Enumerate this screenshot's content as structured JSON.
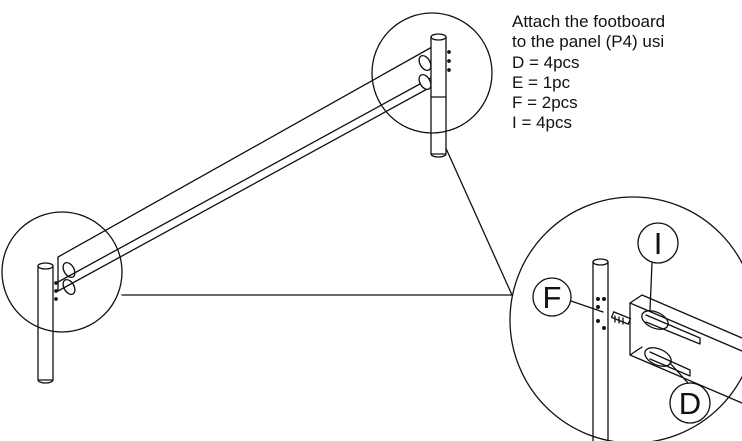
{
  "instructions": {
    "line1": "Attach the footboard",
    "line2": "to the panel (P4) usi",
    "parts": [
      {
        "label": "D = 4pcs"
      },
      {
        "label": "E = 1pc"
      },
      {
        "label": "F = 2pcs"
      },
      {
        "label": "I = 4pcs"
      }
    ]
  },
  "callouts": {
    "F": "F",
    "I": "I",
    "D": "D"
  },
  "colors": {
    "stroke": "#111111",
    "background": "#ffffff"
  }
}
